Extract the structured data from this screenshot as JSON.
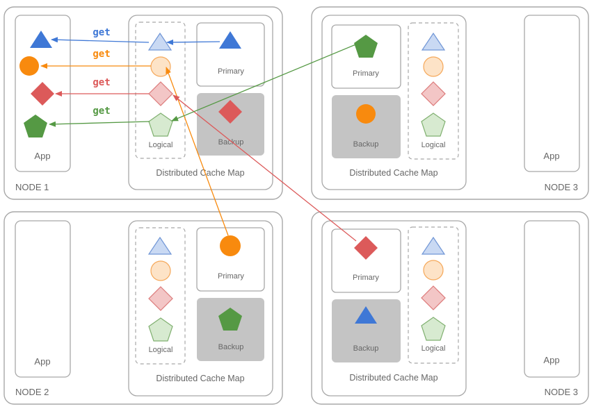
{
  "labels": {
    "node1": "NODE 1",
    "node2": "NODE 2",
    "node3_top": "NODE 3",
    "node3_bottom": "NODE 3",
    "app": "App",
    "logical": "Logical",
    "primary": "Primary",
    "backup": "Backup",
    "cache_map": "Distributed Cache Map",
    "get": "get"
  },
  "colors": {
    "blue": "#3f78d6",
    "orange": "#f88a0e",
    "red": "#dc5a5a",
    "green": "#559944",
    "ghost_blue_fill": "#c9d9f3",
    "ghost_blue_stroke": "#7096d6",
    "ghost_orange_fill": "#fde3c7",
    "ghost_orange_stroke": "#f5a85a",
    "ghost_red_fill": "#f3c6c6",
    "ghost_red_stroke": "#dc7a7a",
    "ghost_green_fill": "#d7ead0",
    "ghost_green_stroke": "#80b070",
    "box_stroke": "#a8a8a8",
    "backup_fill": "#c4c4c4",
    "label_gray": "#666666"
  }
}
